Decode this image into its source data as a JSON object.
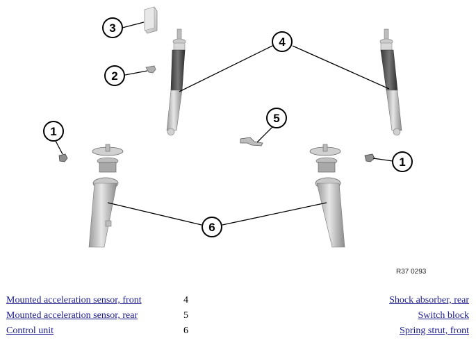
{
  "figure_code": "R37 0293",
  "callouts": {
    "c1a": "1",
    "c1b": "1",
    "c2": "2",
    "c3": "3",
    "c4": "4",
    "c5": "5",
    "c6": "6"
  },
  "legend": [
    {
      "left_label": "Mounted acceleration sensor, front",
      "num": "4",
      "right_label": "Shock absorber, rear"
    },
    {
      "left_label": "Mounted acceleration sensor, rear",
      "num": "5",
      "right_label": "Switch block"
    },
    {
      "left_label": "Control unit",
      "num": "6",
      "right_label": "Spring strut, front"
    }
  ]
}
